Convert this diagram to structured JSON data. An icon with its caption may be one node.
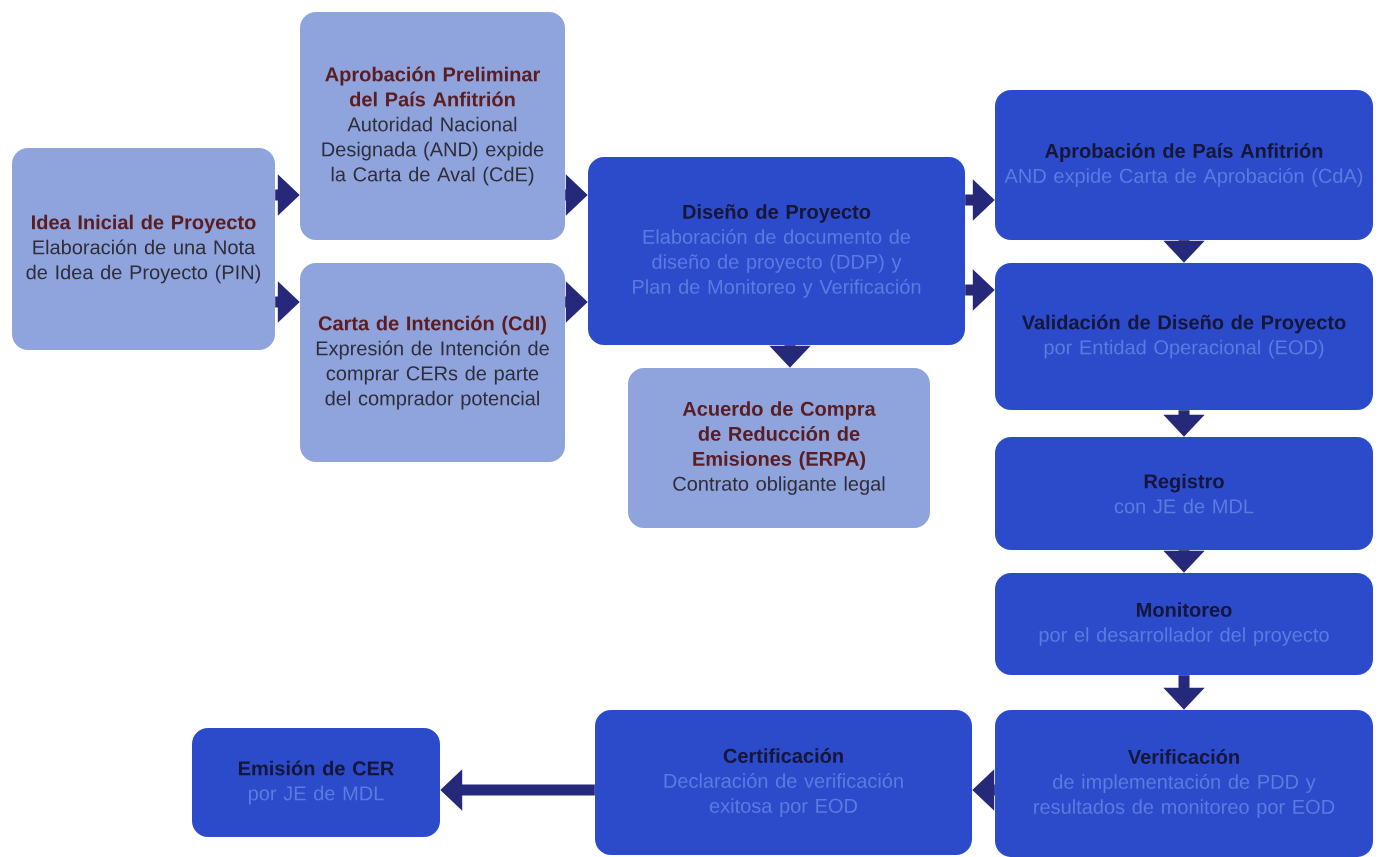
{
  "diagram": {
    "nodes": [
      {
        "text": [
          "Idea Inicial de Proyecto",
          "Elaboración de una Nota de Idea de Proyecto (PIN)"
        ]
      },
      {
        "text": [
          "Aprobación Preliminar del País Anfitrión",
          "Autoridad Nacional Designada (AND) expide la Carta de Aval (CdE)"
        ]
      },
      {
        "text": [
          "Carta de Intención (CdI)",
          "Expresión de Intención de comprar CERs de parte del comprador potencial"
        ]
      },
      {
        "text": [
          "Diseño de Proyecto",
          "Elaboración de documento de diseño de proyecto (DDP) y Plan de Monitoreo y Verificación"
        ]
      },
      {
        "text": [
          "Acuerdo de Compra de Reducción de Emisiones (ERPA)",
          "Contrato obligante legal"
        ]
      },
      {
        "text": [
          "Aprobación de País Anfitrión",
          "AND expide Carta de Aprobación (CdA)"
        ]
      },
      {
        "text": [
          "Validación de Diseño de Proyecto",
          "por Entidad Operacional (EOD)"
        ]
      },
      {
        "text": [
          "Registro",
          "con JE de MDL"
        ]
      },
      {
        "text": [
          "Monitoreo",
          "por el desarrollador del proyecto"
        ]
      },
      {
        "text": [
          "Verificación",
          "de implementación de PDD y resultados de monitoreo por EOD"
        ]
      },
      {
        "text": [
          "Certificación",
          "Declaración de verificación exitosa por EOD"
        ]
      },
      {
        "text": [
          "Emisión de CER",
          "por JE de MDL"
        ]
      }
    ],
    "edges": [
      {
        "from": 0,
        "to": 1,
        "arrow": "to"
      },
      {
        "from": 0,
        "to": 2,
        "arrow": "to"
      },
      {
        "from": 1,
        "to": 3,
        "arrow": "to"
      },
      {
        "from": 2,
        "to": 3,
        "arrow": "to"
      },
      {
        "from": 3,
        "to": 4,
        "arrow": "to"
      },
      {
        "from": 3,
        "to": 5,
        "arrow": "to"
      },
      {
        "from": 3,
        "to": 6,
        "arrow": "to"
      },
      {
        "from": 5,
        "to": 6,
        "arrow": "to"
      },
      {
        "from": 6,
        "to": 7,
        "arrow": "to"
      },
      {
        "from": 7,
        "to": 8,
        "arrow": "to"
      },
      {
        "from": 8,
        "to": 9,
        "arrow": "to"
      },
      {
        "from": 9,
        "to": 10,
        "arrow": "to"
      },
      {
        "from": 10,
        "to": 11,
        "arrow": "to"
      }
    ]
  }
}
